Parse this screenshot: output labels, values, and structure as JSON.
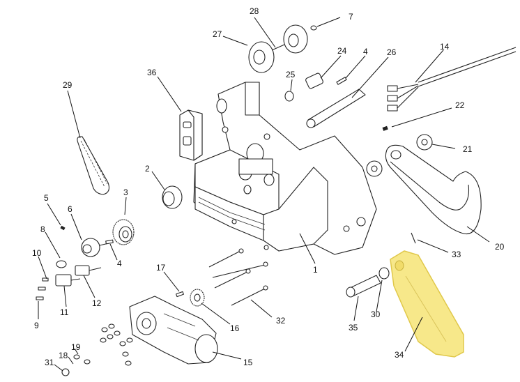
{
  "callouts": {
    "c1": "1",
    "c2": "2",
    "c3": "3",
    "c4a": "4",
    "c4b": "4",
    "c5": "5",
    "c6": "6",
    "c7": "7",
    "c8": "8",
    "c9": "9",
    "c10": "10",
    "c11": "11",
    "c12": "12",
    "c14": "14",
    "c15": "15",
    "c16": "16",
    "c17": "17",
    "c18": "18",
    "c19": "19",
    "c20": "20",
    "c21": "21",
    "c22": "22",
    "c24": "24",
    "c25": "25",
    "c26": "26",
    "c27": "27",
    "c28": "28",
    "c29": "29",
    "c30": "30",
    "c31": "31",
    "c32": "32",
    "c33": "33",
    "c34": "34",
    "c35": "35",
    "c36": "36"
  },
  "colors": {
    "highlight": "#f7e88a",
    "highlight_stroke": "#e0c84a",
    "line": "#222222"
  }
}
